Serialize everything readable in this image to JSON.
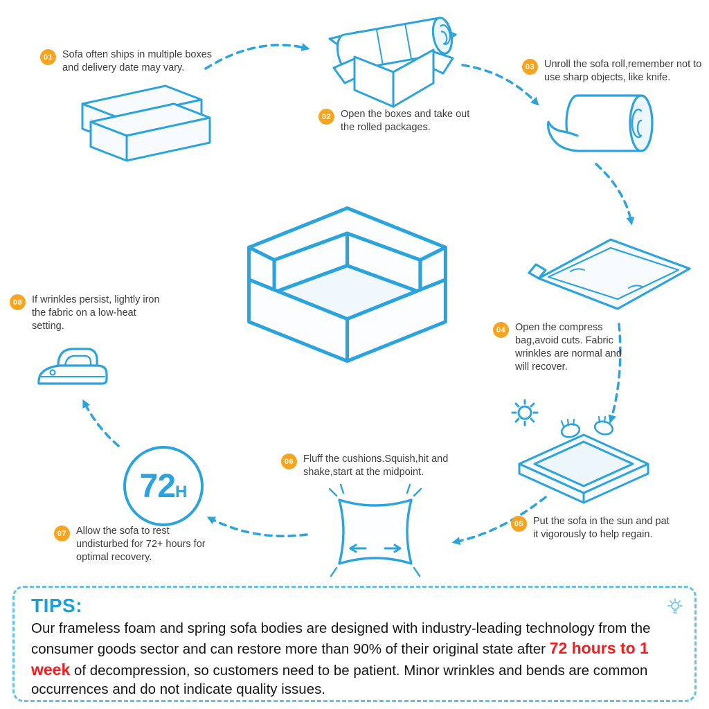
{
  "colors": {
    "blue": "#2BA3DC",
    "orange": "#F7A421",
    "red": "#F91A1C",
    "text": "#3C3C3C"
  },
  "steps": [
    {
      "num": "01",
      "text": "Sofa often ships in multiple boxes and delivery date may vary."
    },
    {
      "num": "02",
      "text": "Open the boxes and take out the rolled packages."
    },
    {
      "num": "03",
      "text": "Unroll the sofa roll,remember not to use sharp objects, like knife."
    },
    {
      "num": "04",
      "text": "Open the compress bag,avoid cuts. Fabric wrinkles are normal and will recover."
    },
    {
      "num": "05",
      "text": "Put the sofa in the sun and pat it vigorously to help regain."
    },
    {
      "num": "06",
      "text": "Fluff the cushions.Squish,hit and shake,start at the midpoint."
    },
    {
      "num": "07",
      "text": "Allow the sofa to rest undisturbed for 72+ hours for optimal recovery."
    },
    {
      "num": "08",
      "text": "If wrinkles persist, lightly iron the fabric on a low-heat setting."
    }
  ],
  "rest_timer": {
    "hours": "72",
    "unit": "H"
  },
  "tips": {
    "title": "TIPS:",
    "body_before": "Our frameless foam and spring sofa bodies are designed with industry-leading technology from the consumer goods sector and can restore more than 90% of their original state after ",
    "highlight": "72 hours to 1 week",
    "body_after": " of decompression, so customers need to be patient. Minor wrinkles and bends are common occurrences and do not indicate quality issues."
  },
  "icons": [
    "shipping-boxes",
    "open-box-with-roll",
    "sofa-roll",
    "compress-bag",
    "sun",
    "patting-hands",
    "sofa-base",
    "cushion",
    "72h-timer",
    "iron",
    "lightbulb",
    "dashed-arrow"
  ]
}
